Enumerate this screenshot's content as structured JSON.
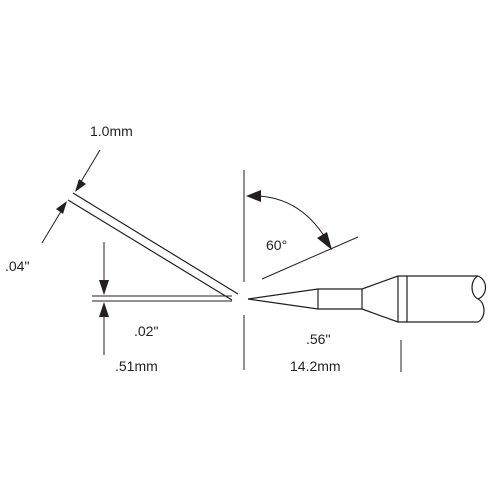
{
  "diagram": {
    "labels": {
      "tip_length_mm": "1.0mm",
      "tip_length_in": ".04\"",
      "tip_thickness_in": ".02\"",
      "tip_thickness_mm": ".51mm",
      "cone_angle": "60°",
      "length_in": ".56\"",
      "length_mm": "14.2mm"
    },
    "colors": {
      "ink": "#231f20",
      "background": "#ffffff"
    }
  }
}
